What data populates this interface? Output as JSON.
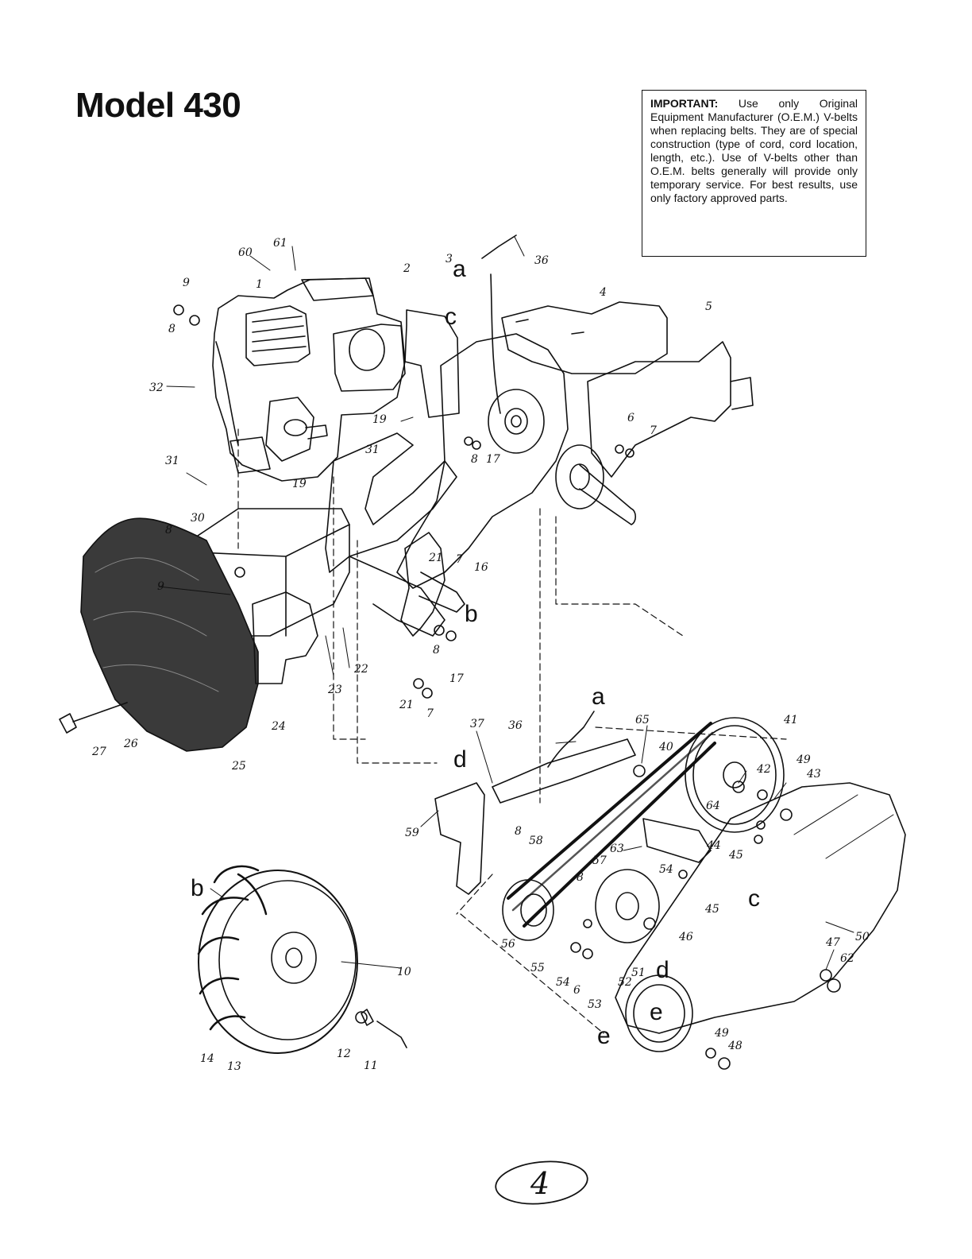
{
  "page_title": "Model 430",
  "notice": {
    "label": "IMPORTANT:",
    "text": "Use only Original Equipment Manufacturer (O.E.M.) V-belts when replacing belts. They are of special construction (type of cord, cord location, length, etc.). Use of V-belts other than O.E.M. belts generally will provide only temporary service. For best results, use only factory approved parts."
  },
  "page_number": "4",
  "callouts": {
    "n1": "1",
    "n2": "2",
    "n3": "3",
    "n4": "4",
    "n5": "5",
    "n6a": "6",
    "n7a": "7",
    "n8a": "8",
    "n9a": "9",
    "n32": "32",
    "n60": "60",
    "n61": "61",
    "n36a": "36",
    "n19a": "19",
    "n8b": "8",
    "n17a": "17",
    "n31a": "31",
    "n31b": "31",
    "n19b": "19",
    "n30": "30",
    "n8c": "8",
    "n9b": "9",
    "n21a": "21",
    "n7b": "7",
    "n16": "16",
    "n8d": "8",
    "n17b": "17",
    "n22": "22",
    "n23": "23",
    "n21b": "21",
    "n7c": "7",
    "n24": "24",
    "n25": "25",
    "n26": "26",
    "n27": "27",
    "n37": "37",
    "n36b": "36",
    "n65": "65",
    "n40": "40",
    "n41": "41",
    "n42": "42",
    "n49a": "49",
    "n43": "43",
    "n59": "59",
    "n8e": "8",
    "n58": "58",
    "n63": "63",
    "n44": "44",
    "n45a": "45",
    "n54a": "54",
    "n45b": "45",
    "n57": "57",
    "n8f": "8",
    "n46": "46",
    "n56": "56",
    "n55": "55",
    "n54b": "54",
    "n6b": "6",
    "n53": "53",
    "n52": "52",
    "n51": "51",
    "n47": "47",
    "n62": "62",
    "n50": "50",
    "n49b": "49",
    "n48": "48",
    "n10": "10",
    "n12": "12",
    "n11": "11",
    "n14": "14",
    "n13": "13",
    "n64": "64"
  },
  "letters": {
    "a1": "a",
    "c1": "c",
    "b1": "b",
    "a2": "a",
    "d1": "d",
    "b2": "b",
    "c2": "c",
    "d2": "d",
    "e1": "e",
    "e2": "e"
  }
}
